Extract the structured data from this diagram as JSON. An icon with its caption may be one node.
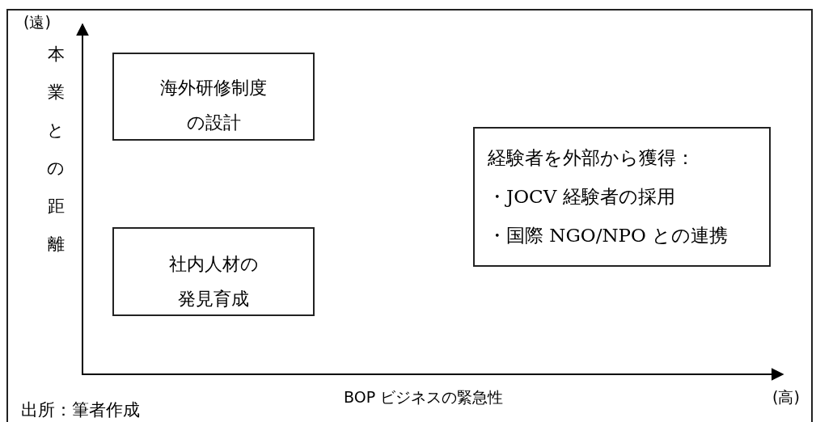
{
  "diagram": {
    "nodes": [
      {
        "text": [
          "海外研修制度の設計"
        ]
      },
      {
        "text": [
          "社内人材の発見育成"
        ]
      },
      {
        "text": [
          "経験者を外部から獲得：",
          "・JOCV 経験者の採用",
          "・国際 NGO/NPO との連携"
        ]
      }
    ],
    "edges": [],
    "labels": [
      "(遠)",
      "本業との距離",
      "BOP ビジネスの緊急性",
      "(高)",
      "出所：筆者作成"
    ]
  }
}
